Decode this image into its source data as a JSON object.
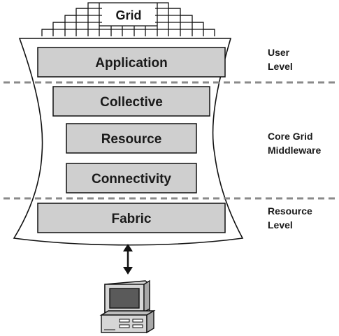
{
  "title": "Grid",
  "layers": [
    {
      "name": "Application"
    },
    {
      "name": "Collective"
    },
    {
      "name": "Resource"
    },
    {
      "name": "Connectivity"
    },
    {
      "name": "Fabric"
    }
  ],
  "side_labels": [
    {
      "lines": [
        "User",
        "Level"
      ]
    },
    {
      "lines": [
        "Core Grid",
        "Middleware"
      ]
    },
    {
      "lines": [
        "Resource",
        "Level"
      ]
    }
  ],
  "colors": {
    "layer_fill": "#cfcfcf",
    "stroke": "#111111",
    "divider": "#8a8a8a"
  },
  "icons": [
    "double-arrow-icon",
    "computer-icon"
  ]
}
